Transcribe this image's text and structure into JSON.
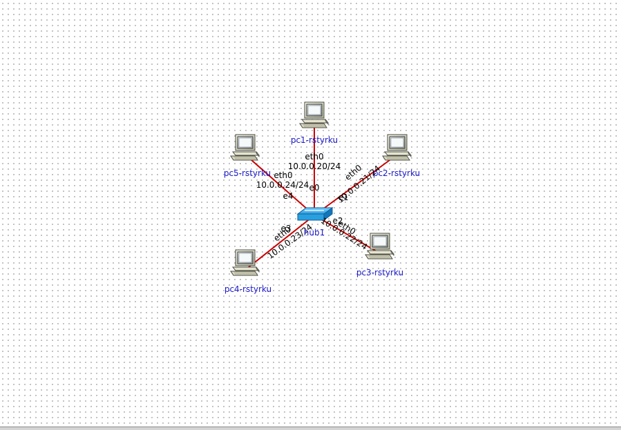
{
  "topology": {
    "link_color": "#cc0000",
    "hub": {
      "label": "hub1",
      "color": "#2a9fe0"
    },
    "pcs": [
      {
        "name": "pc1-rstyrku",
        "iface": "eth0",
        "ip": "10.0.0.20/24",
        "hub_port": "e0"
      },
      {
        "name": "pc2-rstyrku",
        "iface": "eth0",
        "ip": "10.0.0.21/24",
        "hub_port": "e1"
      },
      {
        "name": "pc3-rstyrku",
        "iface": "eth0",
        "ip": "10.0.0.22/24",
        "hub_port": "e2"
      },
      {
        "name": "pc4-rstyrku",
        "iface": "eth0",
        "ip": "10.0.0.23/24",
        "hub_port": "e3"
      },
      {
        "name": "pc5-rstyrku",
        "iface": "eth0",
        "ip": "10.0.0.24/24",
        "hub_port": "e4"
      }
    ]
  }
}
